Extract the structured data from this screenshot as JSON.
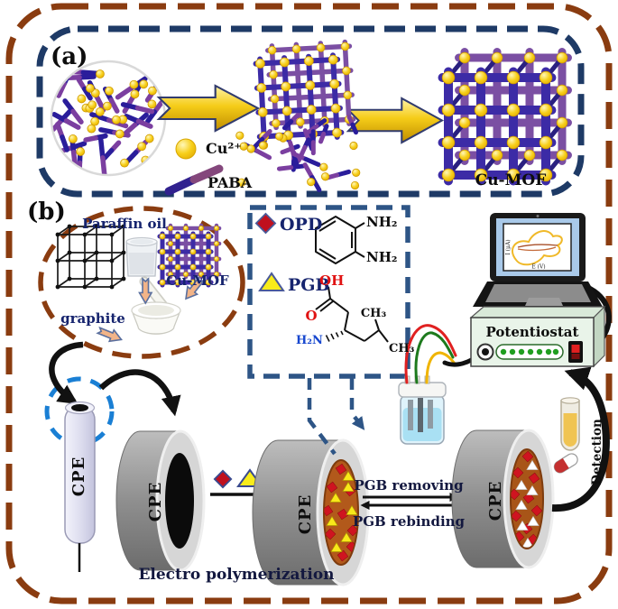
{
  "panel_a": {
    "label": "(a)",
    "legend": {
      "cu_ion": "Cu²⁺",
      "linker": "PABA"
    },
    "product": "Cu-MOF"
  },
  "panel_b": {
    "label": "(b)",
    "paste": {
      "paraffin": "Paraffin oil",
      "graphite": "graphite",
      "cu_mof": "Cu-MOF"
    },
    "monomers": {
      "opd": "OPD",
      "pgb": "PGB",
      "opd_nh2_top": "NH₂",
      "opd_nh2_bottom": "NH₂",
      "pgb_oh": "OH",
      "pgb_o": "O",
      "pgb_h2n": "H₂N",
      "pgb_ch3_top": "CH₃",
      "pgb_ch3_side": "CH₃"
    },
    "cpe": "CPE",
    "steps": {
      "polymerization": "Electro polymerization",
      "removing": "PGB removing",
      "rebinding": "PGB rebinding",
      "detection": "Detection"
    },
    "instrument": {
      "name": "Potentiostat",
      "plot_ylabel": "I (μA)",
      "plot_xlabel": "E (V)"
    }
  },
  "colors": {
    "frame_brown": "#8a3c10",
    "frame_navy": "#1e3a66",
    "leader_blue": "#2e5586",
    "highlight_blue": "#1a7fd4",
    "arrow_gold": "#f2c51a",
    "node_yellow": "#ffd91a",
    "rod_navy": "#2a1d9b",
    "rod_purple": "#7b3fa0",
    "mof_front": "#3c2ba6",
    "mof_back": "#7b4fa3",
    "opd_red": "#c0101e",
    "pgb_yellow": "#f8ec1a",
    "film_brown": "#b2591b",
    "electrode_gray": "#8f8f8f",
    "potentiostat_green": "#e9f4e9",
    "screen_blue": "#a9c9e9"
  }
}
